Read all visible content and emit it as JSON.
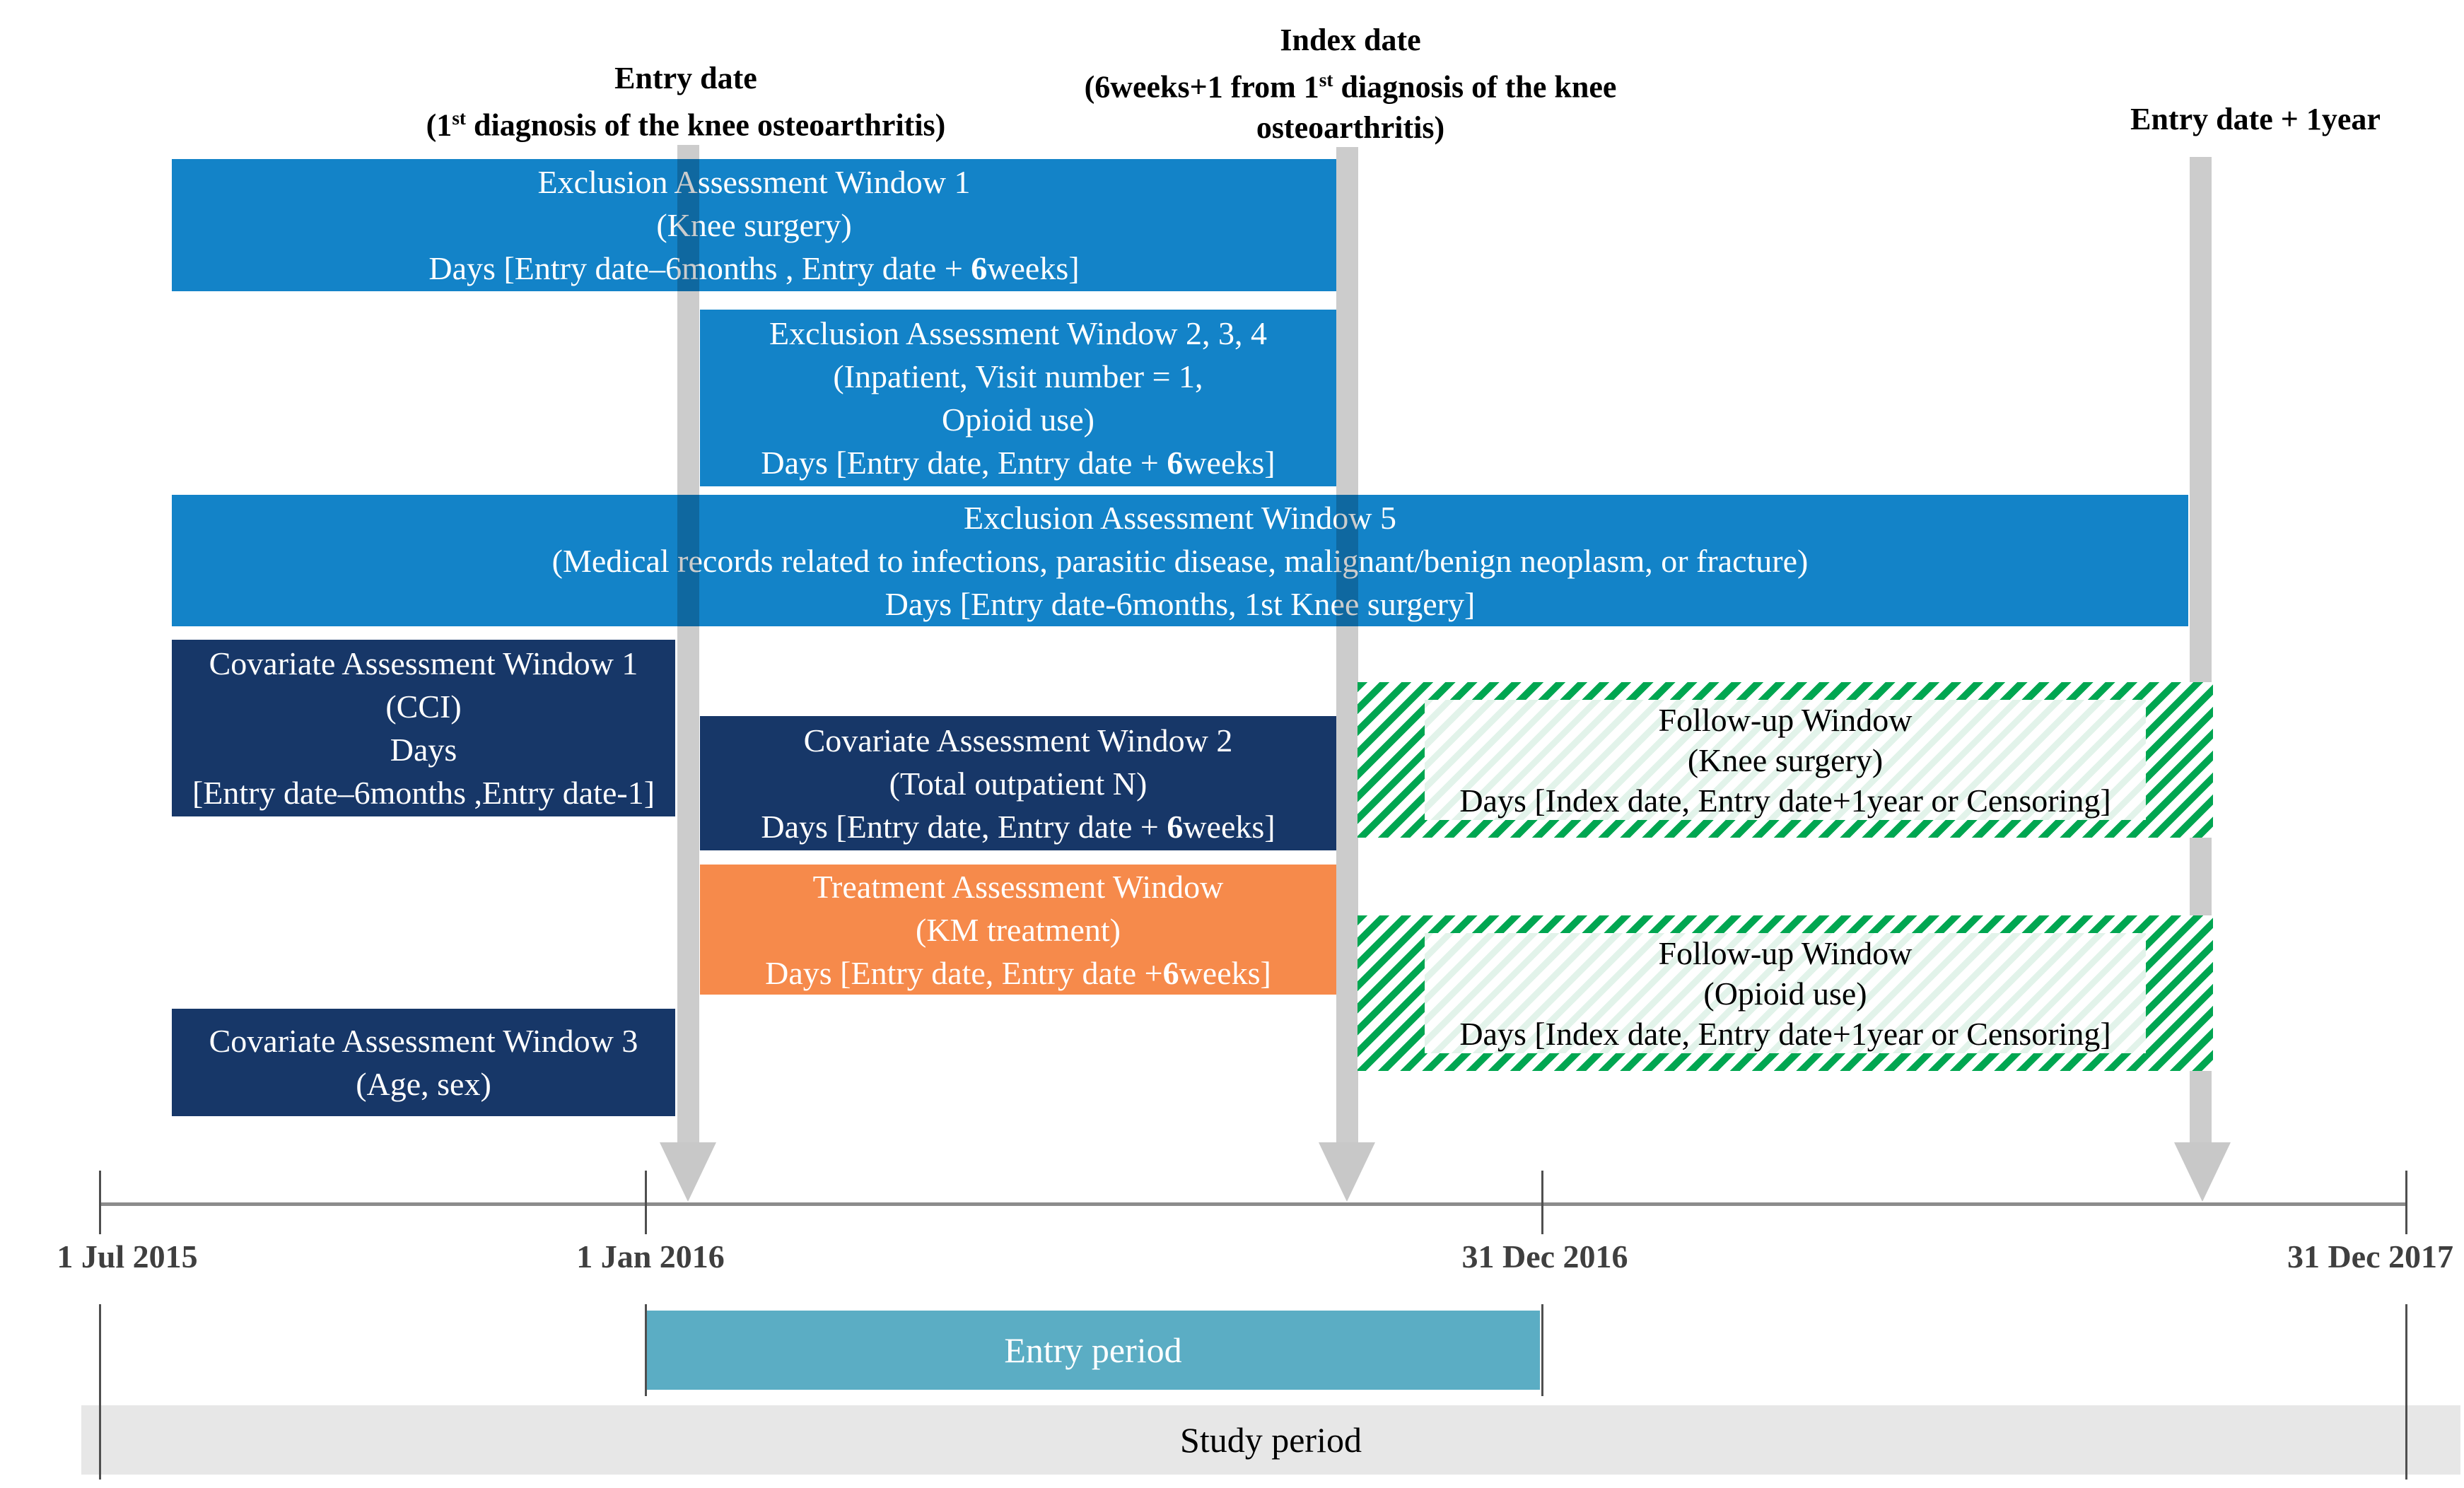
{
  "figure_title": "Study design timeline (knee osteoarthritis cohort)",
  "colors": {
    "window_blue": "#1383c8",
    "window_navy": "#173768",
    "window_orange": "#f68a4b",
    "followup_green": "#00a651",
    "entry_period_teal": "#5badc4",
    "study_period_gray": "#e7e7e7",
    "arrow_gray": "#c8c8c8",
    "timeline_gray": "#8c8c8c",
    "tick_text_gray": "#3f3f3f"
  },
  "markers": {
    "entry": {
      "lines": [
        [
          {
            "t": "Entry date"
          }
        ],
        [
          {
            "t": "(1"
          },
          {
            "t": "st",
            "sup": true
          },
          {
            "t": " diagnosis of the knee osteoarthritis)"
          }
        ]
      ]
    },
    "index": {
      "lines": [
        [
          {
            "t": "Index date"
          }
        ],
        [
          {
            "t": "(6weeks+1 from 1"
          },
          {
            "t": "st",
            "sup": true
          },
          {
            "t": " diagnosis of the knee"
          }
        ],
        [
          {
            "t": "osteoarthritis)"
          }
        ]
      ]
    },
    "entry_plus_1year": {
      "lines": [
        [
          {
            "t": "Entry date + 1year"
          }
        ]
      ]
    }
  },
  "windows": {
    "exclusion1": {
      "lines": [
        [
          {
            "t": "Exclusion Assessment Window 1"
          }
        ],
        [
          {
            "t": "(Knee surgery)"
          }
        ],
        [
          {
            "t": "Days [Entry date–6months , Entry date + "
          },
          {
            "t": "6",
            "b": true
          },
          {
            "t": "weeks]"
          }
        ]
      ]
    },
    "exclusion234": {
      "lines": [
        [
          {
            "t": "Exclusion Assessment Window 2, 3, 4"
          }
        ],
        [
          {
            "t": "(Inpatient, Visit number = 1,"
          }
        ],
        [
          {
            "t": "Opioid use)"
          }
        ],
        [
          {
            "t": "Days [Entry date, Entry date + "
          },
          {
            "t": "6",
            "b": true
          },
          {
            "t": "weeks]"
          }
        ]
      ]
    },
    "exclusion5": {
      "lines": [
        [
          {
            "t": "Exclusion Assessment Window 5"
          }
        ],
        [
          {
            "t": "(Medical records related to infections, parasitic disease, malignant/benign neoplasm, or fracture)"
          }
        ],
        [
          {
            "t": "Days [Entry date-6months, 1st Knee surgery]"
          }
        ]
      ]
    },
    "covariate1": {
      "lines": [
        [
          {
            "t": "Covariate Assessment Window 1"
          }
        ],
        [
          {
            "t": "(CCI)"
          }
        ],
        [
          {
            "t": "Days"
          }
        ],
        [
          {
            "t": "[Entry date–6months ,Entry date-1]"
          }
        ]
      ]
    },
    "covariate2": {
      "lines": [
        [
          {
            "t": "Covariate Assessment Window 2"
          }
        ],
        [
          {
            "t": "(Total outpatient N)"
          }
        ],
        [
          {
            "t": "Days [Entry date, Entry date + "
          },
          {
            "t": "6",
            "b": true
          },
          {
            "t": "weeks]"
          }
        ]
      ]
    },
    "covariate3": {
      "lines": [
        [
          {
            "t": "Covariate Assessment Window 3"
          }
        ],
        [
          {
            "t": "(Age, sex)"
          }
        ]
      ]
    },
    "treatment": {
      "lines": [
        [
          {
            "t": "Treatment Assessment Window"
          }
        ],
        [
          {
            "t": "(KM treatment)"
          }
        ],
        [
          {
            "t": "Days [Entry date, Entry date +"
          },
          {
            "t": "6",
            "b": true
          },
          {
            "t": "weeks]"
          }
        ]
      ]
    },
    "followup_knee": {
      "lines": [
        [
          {
            "t": "Follow-up Window"
          }
        ],
        [
          {
            "t": "(Knee surgery)"
          }
        ],
        [
          {
            "t": "Days [Index date, Entry date+1year or Censoring]"
          }
        ]
      ]
    },
    "followup_opioid": {
      "lines": [
        [
          {
            "t": "Follow-up Window"
          }
        ],
        [
          {
            "t": "(Opioid use)"
          }
        ],
        [
          {
            "t": "Days [Index date, Entry date+1year or Censoring]"
          }
        ]
      ]
    }
  },
  "timeline": {
    "dates": [
      "1 Jul 2015",
      "1 Jan 2016",
      "31 Dec 2016",
      "31 Dec 2017"
    ]
  },
  "periods": {
    "entry": "Entry period",
    "study": "Study period"
  }
}
